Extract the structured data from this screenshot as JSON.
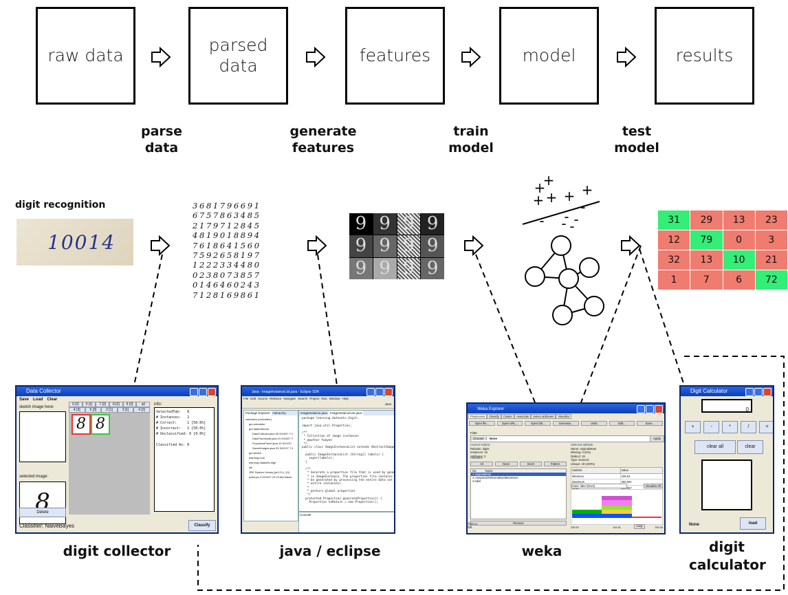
{
  "pipeline": {
    "stages": [
      "raw data",
      "parsed data",
      "features",
      "model",
      "results"
    ],
    "steps": [
      "parse data",
      "generate features",
      "train model",
      "test model"
    ]
  },
  "digit_recognition_label": "digit recognition",
  "raw_digits": "10014",
  "digit_rows": [
    "3 6 8 1 7 9 6 6 9 1",
    "6 7 5 7 8 6 3 4 8 5",
    "2 1 7 9 7 1 2 8 4 5",
    "4 8 1 9 0 1 8 8 9 4",
    "7 6 1 8 6 4 1 5 6 0",
    "7 5 9 2 6 5 8 1 9 7",
    "1 2 2 2 3 3 4 4 8 0",
    "0 2 3 8 0 7 3 8 5 7",
    "0 1 4 6 4 6 0 2 4 3",
    "7 1 2 8 1 6 9 8 6 1"
  ],
  "feature_digit": "9",
  "scatter_marks": {
    "plus": "+",
    "minus": "-"
  },
  "confusion_matrix": [
    [
      31,
      29,
      13,
      23
    ],
    [
      12,
      79,
      0,
      3
    ],
    [
      32,
      13,
      10,
      21
    ],
    [
      1,
      7,
      6,
      72
    ]
  ],
  "tools": [
    "digit collector",
    "java / eclipse",
    "weka",
    "digit calculator"
  ],
  "collector": {
    "title": "Data Collector",
    "menu": [
      "Save",
      "Load",
      "Clear"
    ],
    "sketch_label": "sketch image here:",
    "selected_label": "selected image:",
    "selected_digit": "8",
    "delete_label": "Delete",
    "tabs_top": [
      "0 [2]",
      "0 [1]",
      "7 [2]",
      "8 [2]",
      "9 [2]",
      "all"
    ],
    "tabs_bottom": [
      "4 [3]",
      "5 [3]",
      "2 [1]",
      "3 [1]",
      "4 [2]"
    ],
    "thumbs": [
      "8",
      "8"
    ],
    "info_label": "info:",
    "info_lines": [
      "SelectedTab:   8",
      "# Instances:   2",
      "# Correct:     1 [50.0%]",
      "# Incorrect:   1 [50.0%]",
      "# Unclassified: 0 [0.0%]",
      "",
      "Classified As: 8"
    ],
    "classifier_text": "Classifier: NaiveBayes",
    "classify_label": "Classify"
  },
  "eclipse": {
    "title": "Java - ImageInstanceList.java - Eclipse SDK",
    "menu": [
      "File",
      "Edit",
      "Source",
      "Refactor",
      "Navigate",
      "Search",
      "Project",
      "Run",
      "Window",
      "Help"
    ],
    "perspective": "Java",
    "tabs": [
      "Package Explorer",
      "Hierarchy",
      "ImageInstance.java",
      "ImageInstanceList.java"
    ],
    "tree": [
      "calculator [calculator]",
      "gui.calculator",
      "gui.datacollector",
      "DataCollector.java 26  9/24/07 7:1",
      "DataThumbnail.java 19  9/24/07 7:",
      "DropdownPanel.java 19  9/21/07",
      "SavedImages.java 25  9/22/07 7:1",
      "gui.sketch",
      "learning.core",
      "learning.datasets.digit",
      "util",
      "JRE System Library [jre1.5.0_10]",
      "weka.jar 4  9/19/07 10:23 AM  blazer"
    ],
    "code": [
      "package learning.datasets.digit;",
      "",
      "import java.util.Properties;",
      "",
      "/**",
      " * Collection of image instances",
      " * @author fwayne",
      " */",
      "public class ImageInstanceList extends AbstractImageInstanceList",
      "",
      "  public ImageInstanceList (String[] labels) {",
      "    super(labels);",
      "  }",
      "",
      "  /**",
      "   * Generate a properties file that is used by generateStruc",
      "   * in ImageInstance. The properties file contains data that",
      "   * be generated by processing the entire data set (e.g., mea",
      "   * entire instances).",
      "   *",
      "   * @return global properties",
      "   */",
      "  protected Properties generateProperties() {",
      "    Properties toReturn = new Properties();"
    ],
    "console": "Console"
  },
  "weka": {
    "title": "Weka Explorer",
    "tabs": [
      "Preprocess",
      "Classify",
      "Cluster",
      "Associate",
      "Select attributes",
      "Visualize"
    ],
    "buttons": [
      "Open file...",
      "Open URL...",
      "Open DB...",
      "Generate...",
      "Undo",
      "Edit...",
      "Save..."
    ],
    "filter": "Filter",
    "choose": "Choose",
    "none": "None",
    "apply": "Apply",
    "current_relation": "Current relation",
    "relation": [
      "Relation: digits",
      "Instances: 19",
      "Attributes: 3"
    ],
    "attributes_label": "Attributes",
    "attr_buttons": [
      "All",
      "None",
      "Invert",
      "Pattern"
    ],
    "attr_header": [
      "No.",
      "Name"
    ],
    "attrs": [
      "originalMean",
      "comparedToNormalizedMeanSum",
      "label"
    ],
    "remove": "Remove",
    "selected_attr": "Selected attribute",
    "sel_info": [
      "Name: originalMean",
      "Missing: 0 (0%)",
      "Distinct: 19",
      "Type: Numeric",
      "Unique: 19 (100%)"
    ],
    "stats_header": [
      "Statistic",
      "Value"
    ],
    "stats": [
      [
        "Minimum",
        "239.53"
      ],
      [
        "Maximum",
        "260.081"
      ],
      [
        "Mean",
        "244.567"
      ],
      [
        "StdDev",
        "2.398"
      ]
    ],
    "class_select": "Class: label (Nom)",
    "visualize_all": "Visualize All",
    "axis": [
      "239.53",
      "244.81",
      "250.05"
    ],
    "status_label": "Status",
    "status": "OK",
    "log": "Log"
  },
  "calculator": {
    "title": "Digit Calculator",
    "display": "0",
    "ops": [
      "+",
      "-",
      "*",
      "/",
      "="
    ],
    "clear_all": "clear all",
    "clear": "clear",
    "result": "None",
    "load": "load"
  }
}
